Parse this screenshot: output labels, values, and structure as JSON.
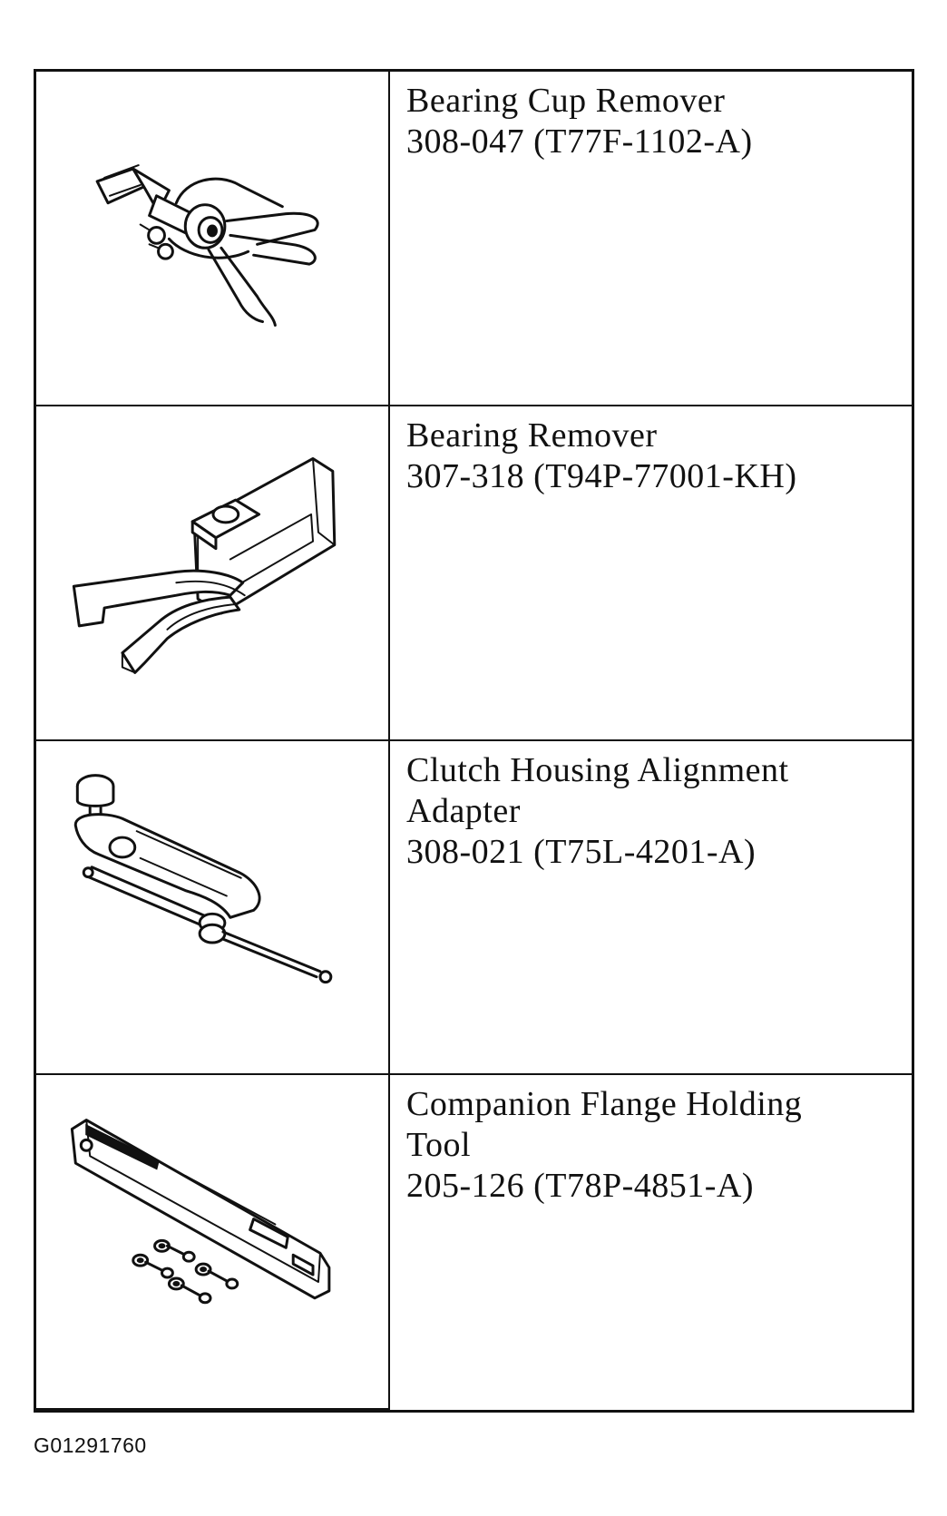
{
  "tools": [
    {
      "icon": "bearing-cup-remover-illustration",
      "lines": [
        "Bearing Cup Remover",
        "308-047 (T77F-1102-A)"
      ]
    },
    {
      "icon": "bearing-remover-illustration",
      "lines": [
        "Bearing Remover",
        "307-318 (T94P-77001-KH)"
      ]
    },
    {
      "icon": "clutch-housing-alignment-adapter-illustration",
      "lines": [
        "Clutch Housing Alignment",
        "Adapter",
        "308-021 (T75L-4201-A)"
      ]
    },
    {
      "icon": "companion-flange-holding-tool-illustration",
      "lines": [
        "Companion Flange Holding",
        "Tool",
        "205-126 (T78P-4851-A)"
      ]
    }
  ],
  "figure_code": "G01291760"
}
